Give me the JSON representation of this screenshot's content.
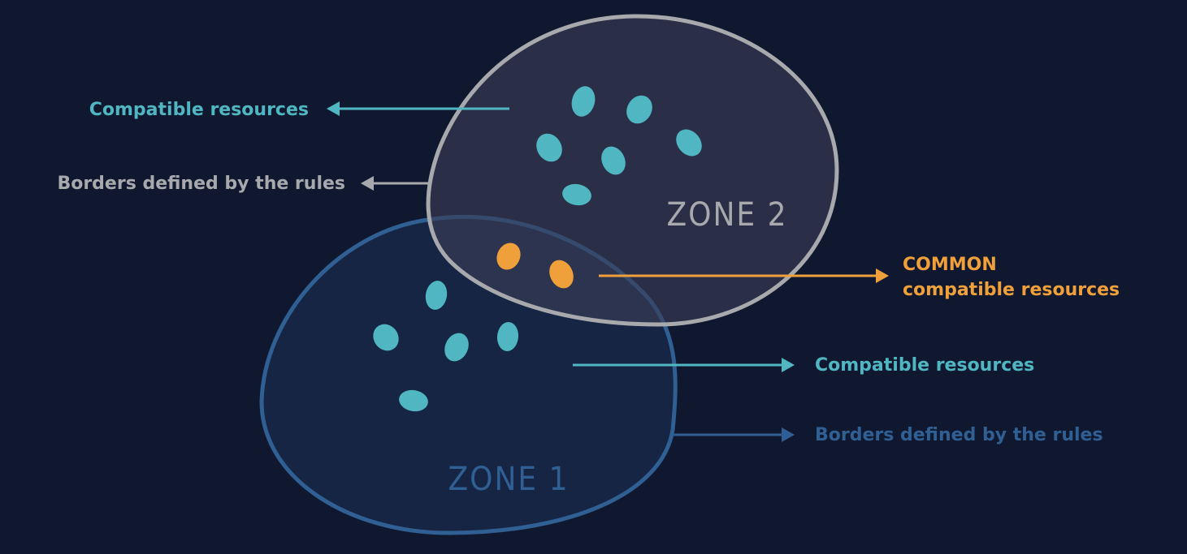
{
  "colors": {
    "background": "#101830",
    "teal": "#4fb6c2",
    "gray": "#a7a9ad",
    "blue": "#2f5f93",
    "orange": "#f0a03a",
    "zone1_fill": "#172746",
    "zone2_fill": "#2b2f46"
  },
  "zones": {
    "zone1": {
      "title": "ZONE 1"
    },
    "zone2": {
      "title": "ZONE 2"
    }
  },
  "labels": {
    "zone2_resources": "Compatible resources",
    "zone2_border": "Borders defined by the rules",
    "common_line1": "COMMON",
    "common_line2": "compatible resources",
    "zone1_resources": "Compatible resources",
    "zone1_border": "Borders defined by the rules"
  },
  "counts": {
    "zone2_resources": 6,
    "common_resources": 2,
    "zone1_resources": 5
  }
}
